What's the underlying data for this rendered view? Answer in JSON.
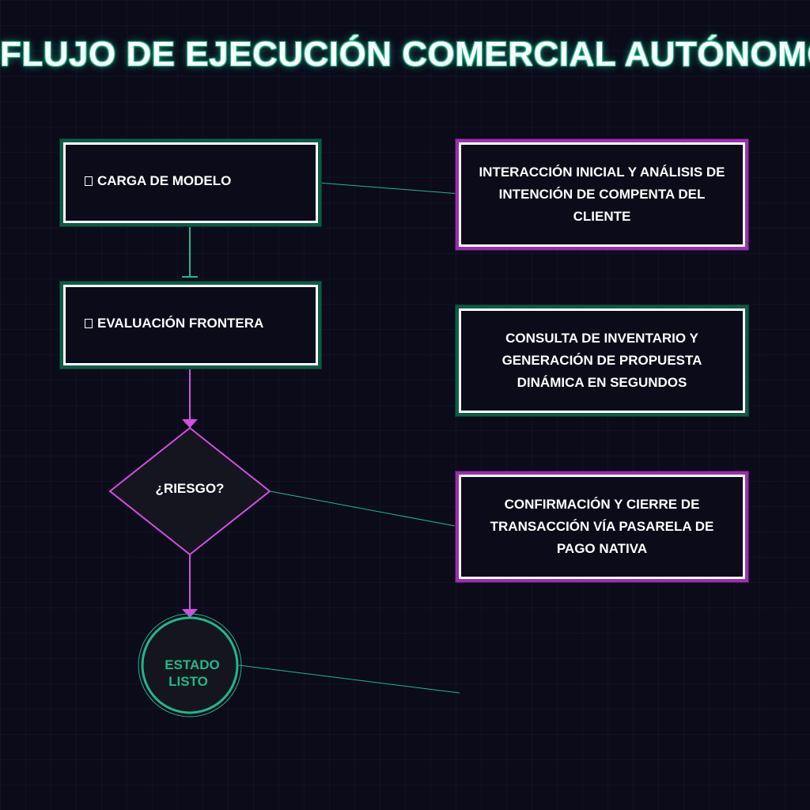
{
  "title": "FLUJO DE EJECUCIÓN COMERCIAL AUTÓNOMO",
  "steps": [
    {
      "label": "CARGA DE MODELO",
      "icon": "square-icon"
    },
    {
      "label": "EVALUACIÓN FRONTERA",
      "icon": "square-icon"
    }
  ],
  "decision": {
    "label": "¿RIESGO?"
  },
  "final_state": {
    "line1": "ESTADO",
    "line2": "LISTO"
  },
  "descriptions": [
    {
      "text": "INTERACCIÓN INICIAL Y ANÁLISIS DE INTENCIÓN DE COMPENTA DEL CLIENTE",
      "accent": "purple"
    },
    {
      "text": "CONSULTA DE INVENTARIO Y GENERACIÓN DE PROPUESTA DINÁMICA EN SEGUNDOS",
      "accent": "green"
    },
    {
      "text": "CONFIRMACIÓN Y CIERRE DE TRANSACCIÓN VÍA PASARELA DE PAGO NATIVA",
      "accent": "purple"
    }
  ],
  "colors": {
    "background": "#0b0b1a",
    "green_accent": "#1fb98a",
    "purple_accent": "#d24fe0",
    "text": "#ffffff"
  }
}
